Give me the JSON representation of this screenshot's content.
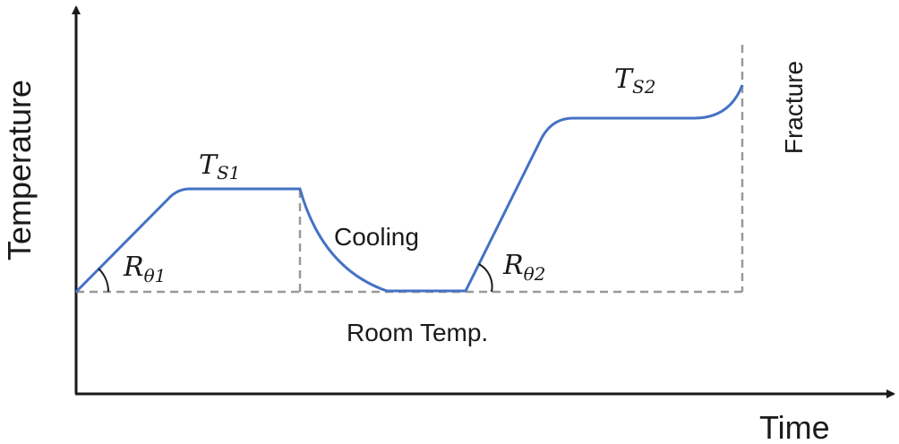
{
  "axes": {
    "y_label": "Temperature",
    "x_label": "Time"
  },
  "labels": {
    "ts1_main": "T",
    "ts1_sub": "S1",
    "ts2_main": "T",
    "ts2_sub": "S2",
    "r1_main": "R",
    "r1_sub": "θ1",
    "r2_main": "R",
    "r2_sub": "θ2",
    "cooling": "Cooling",
    "room_temp": "Room Temp.",
    "fracture": "Fracture"
  },
  "colors": {
    "curve": "#4472C4",
    "dashed": "#999999",
    "axis": "#1a1a1a"
  }
}
